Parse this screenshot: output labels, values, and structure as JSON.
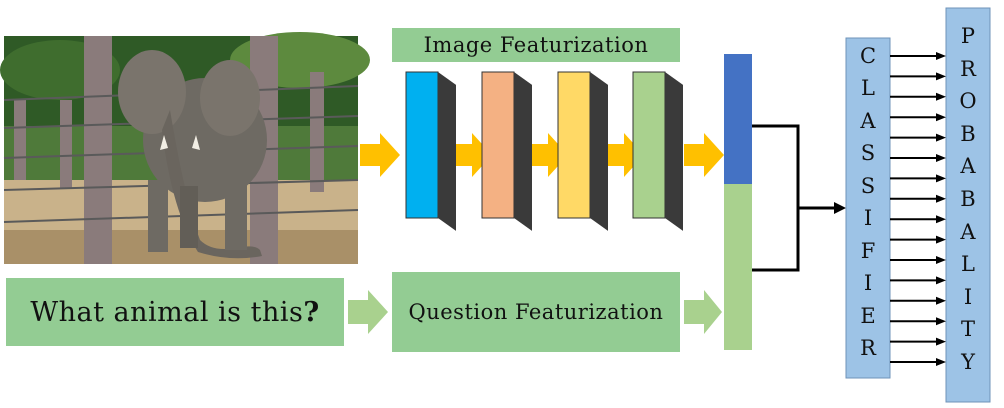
{
  "image_panel": {
    "subject": "elephant-photo"
  },
  "labels": {
    "image_featurization": "Image Featurization",
    "question": "What animal is this",
    "question_mark": "?",
    "question_featurization": "Question Featurization"
  },
  "classifier": {
    "letters": [
      "C",
      "L",
      "A",
      "S",
      "S",
      "I",
      "F",
      "I",
      "E",
      "R"
    ]
  },
  "probability": {
    "letters": [
      "P",
      "R",
      "O",
      "B",
      "A",
      "B",
      "A",
      "L",
      "I",
      "T",
      "Y"
    ]
  },
  "conv_layers": [
    {
      "front": "#00b0f0",
      "side": "#3a3a3a",
      "top": "#e0e0e0"
    },
    {
      "front": "#f4b183",
      "side": "#3a3a3a",
      "top": "#e0e0e0"
    },
    {
      "front": "#ffd966",
      "side": "#3a3a3a",
      "top": "#e0e0e0"
    },
    {
      "front": "#a9d18e",
      "side": "#3a3a3a",
      "top": "#e0e0e0"
    }
  ],
  "colors": {
    "label_fill": "#93cc93",
    "arrow_orange": "#ffc000",
    "arrow_green": "#a9d18e",
    "concat_blue": "#4472c4",
    "concat_green": "#a9d18e",
    "classifier_fill": "#9dc3e6"
  },
  "output_arrow_count": 16
}
